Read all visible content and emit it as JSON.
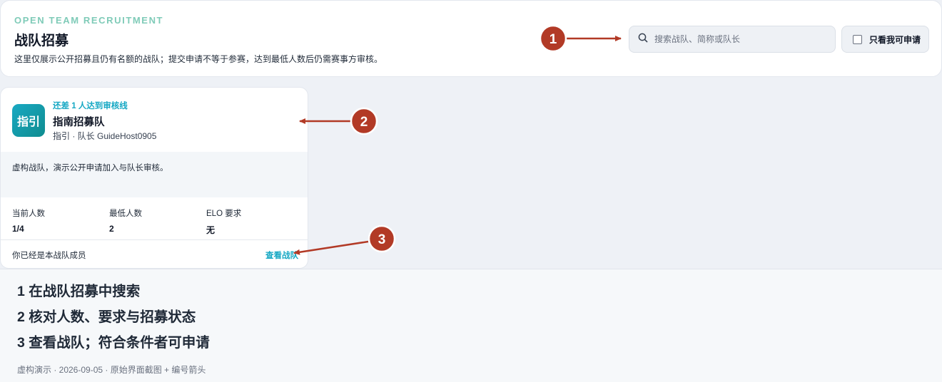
{
  "header": {
    "eyebrow": "OPEN TEAM RECRUITMENT",
    "title": "战队招募",
    "description": "这里仅展示公开招募且仍有名额的战队；提交申请不等于参赛，达到最低人数后仍需赛事方审核。",
    "search_placeholder": "搜索战队、简称或队长",
    "search_value": "",
    "filter_label": "只看我可申请",
    "filter_checked": false
  },
  "team_card": {
    "logo_text": "指引",
    "status": "还差 1 人达到审核线",
    "name": "指南招募队",
    "meta": "指引 · 队长 GuideHost0905",
    "description": "虚构战队，演示公开申请加入与队长审核。",
    "stats": [
      {
        "label": "当前人数",
        "value": "1/4"
      },
      {
        "label": "最低人数",
        "value": "2"
      },
      {
        "label": "ELO 要求",
        "value": "无"
      }
    ],
    "member_note": "你已经是本战队成员",
    "view_link": "查看战队"
  },
  "markers": [
    "1",
    "2",
    "3"
  ],
  "legend": {
    "steps": [
      "1 在战队招募中搜索",
      "2 核对人数、要求与招募状态",
      "3 查看战队；符合条件者可申请"
    ],
    "footnote": "虚构演示 · 2026-09-05 · 原始界面截图 + 编号箭头"
  },
  "colors": {
    "accent": "#16a8c4",
    "eyebrow": "#7fcbb8",
    "marker": "#b23a26",
    "logo_gradient_start": "#19a9c3",
    "logo_gradient_end": "#0f8c8f"
  }
}
